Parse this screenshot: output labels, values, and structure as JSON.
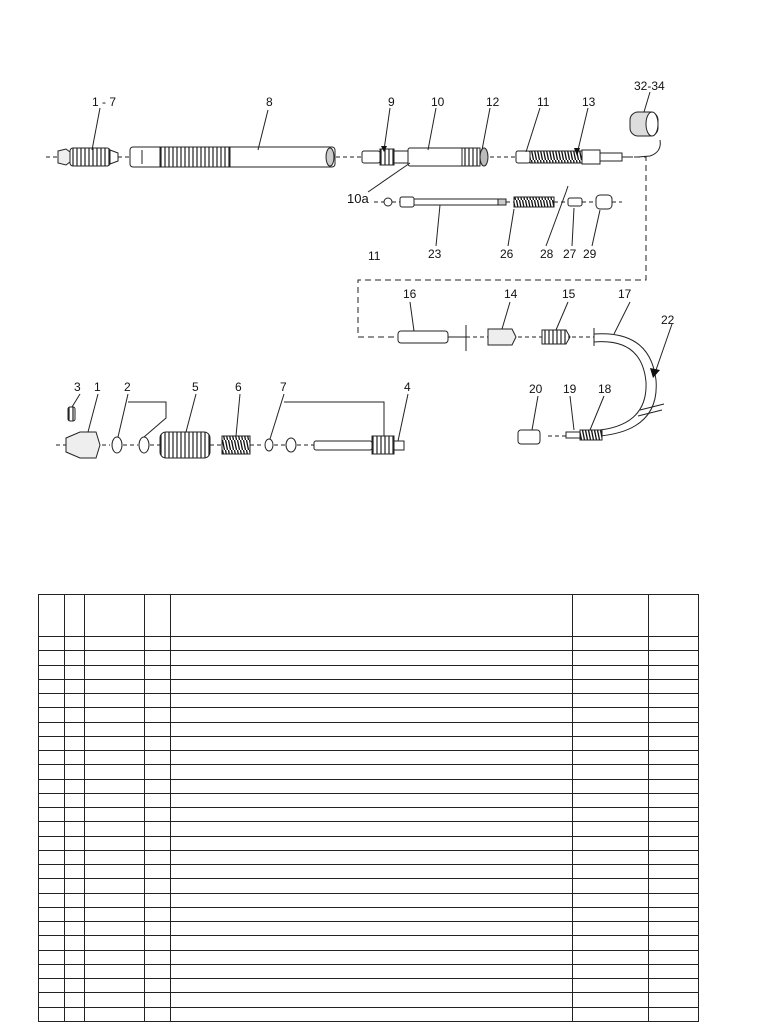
{
  "labels": {
    "l1_7": "1 - 7",
    "l8": "8",
    "l9": "9",
    "l10": "10",
    "l12": "12",
    "l11a": "11",
    "l13": "13",
    "l32_34": "32-34",
    "l10a": "10a",
    "l11b": "11",
    "l23": "23",
    "l26": "26",
    "l28": "28",
    "l27": "27",
    "l29": "29",
    "l16": "16",
    "l14": "14",
    "l15": "15",
    "l17": "17",
    "l22": "22",
    "l20": "20",
    "l19": "19",
    "l18": "18",
    "l3": "3",
    "l1": "1",
    "l2": "2",
    "l5": "5",
    "l6": "6",
    "l7": "7",
    "l4": "4"
  },
  "table": {
    "headers": [
      "",
      "",
      "",
      "",
      "",
      "",
      ""
    ],
    "row_count": 27
  }
}
